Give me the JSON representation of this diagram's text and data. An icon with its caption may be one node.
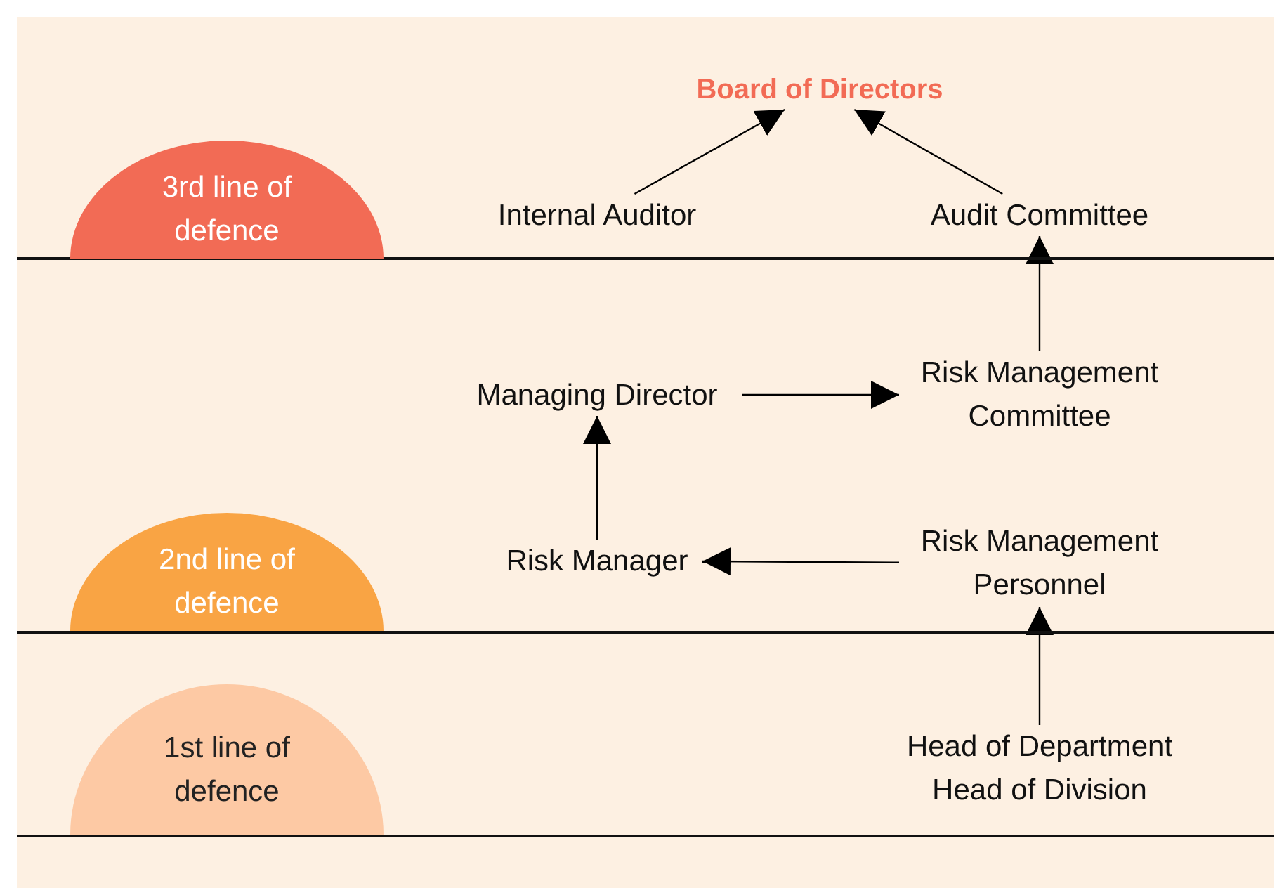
{
  "diagram": {
    "nodes": [
      {
        "text": [
          "Board of Directors"
        ]
      },
      {
        "text": [
          "Internal Auditor"
        ]
      },
      {
        "text": [
          "Audit Committee"
        ]
      },
      {
        "text": [
          "Managing Director"
        ]
      },
      {
        "text": [
          "Risk Management Committee"
        ]
      },
      {
        "text": [
          "Risk Manager"
        ]
      },
      {
        "text": [
          "Risk Management Personnel"
        ]
      },
      {
        "text": [
          "Head of Department",
          "Head of Division"
        ]
      },
      {
        "text": [
          "3rd line of defence"
        ]
      },
      {
        "text": [
          "2nd line of defence"
        ]
      },
      {
        "text": [
          "1st line of defence"
        ]
      }
    ],
    "edges": [
      {
        "from": 1,
        "to": 0,
        "arrow": "to"
      },
      {
        "from": 2,
        "to": 0,
        "arrow": "to"
      },
      {
        "from": 4,
        "to": 2,
        "arrow": "to"
      },
      {
        "from": 3,
        "to": 4,
        "arrow": "to"
      },
      {
        "from": 5,
        "to": 3,
        "arrow": "to"
      },
      {
        "from": 6,
        "to": 5,
        "arrow": "to"
      },
      {
        "from": 7,
        "to": 6,
        "arrow": "to"
      }
    ]
  }
}
